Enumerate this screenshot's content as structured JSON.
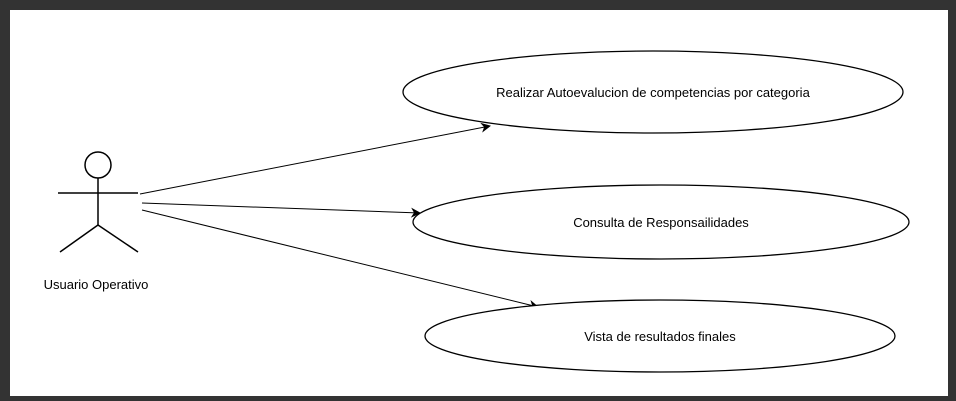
{
  "diagram": {
    "type": "use-case",
    "actor": {
      "name": "Usuario Operativo"
    },
    "use_cases": [
      {
        "label": "Realizar Autoevalucion de competencias por categoria"
      },
      {
        "label": "Consulta de Responsailidades"
      },
      {
        "label": "Vista de resultados finales"
      }
    ],
    "colors": {
      "background": "#ffffff",
      "stroke": "#000000",
      "frame": "#333333"
    }
  }
}
